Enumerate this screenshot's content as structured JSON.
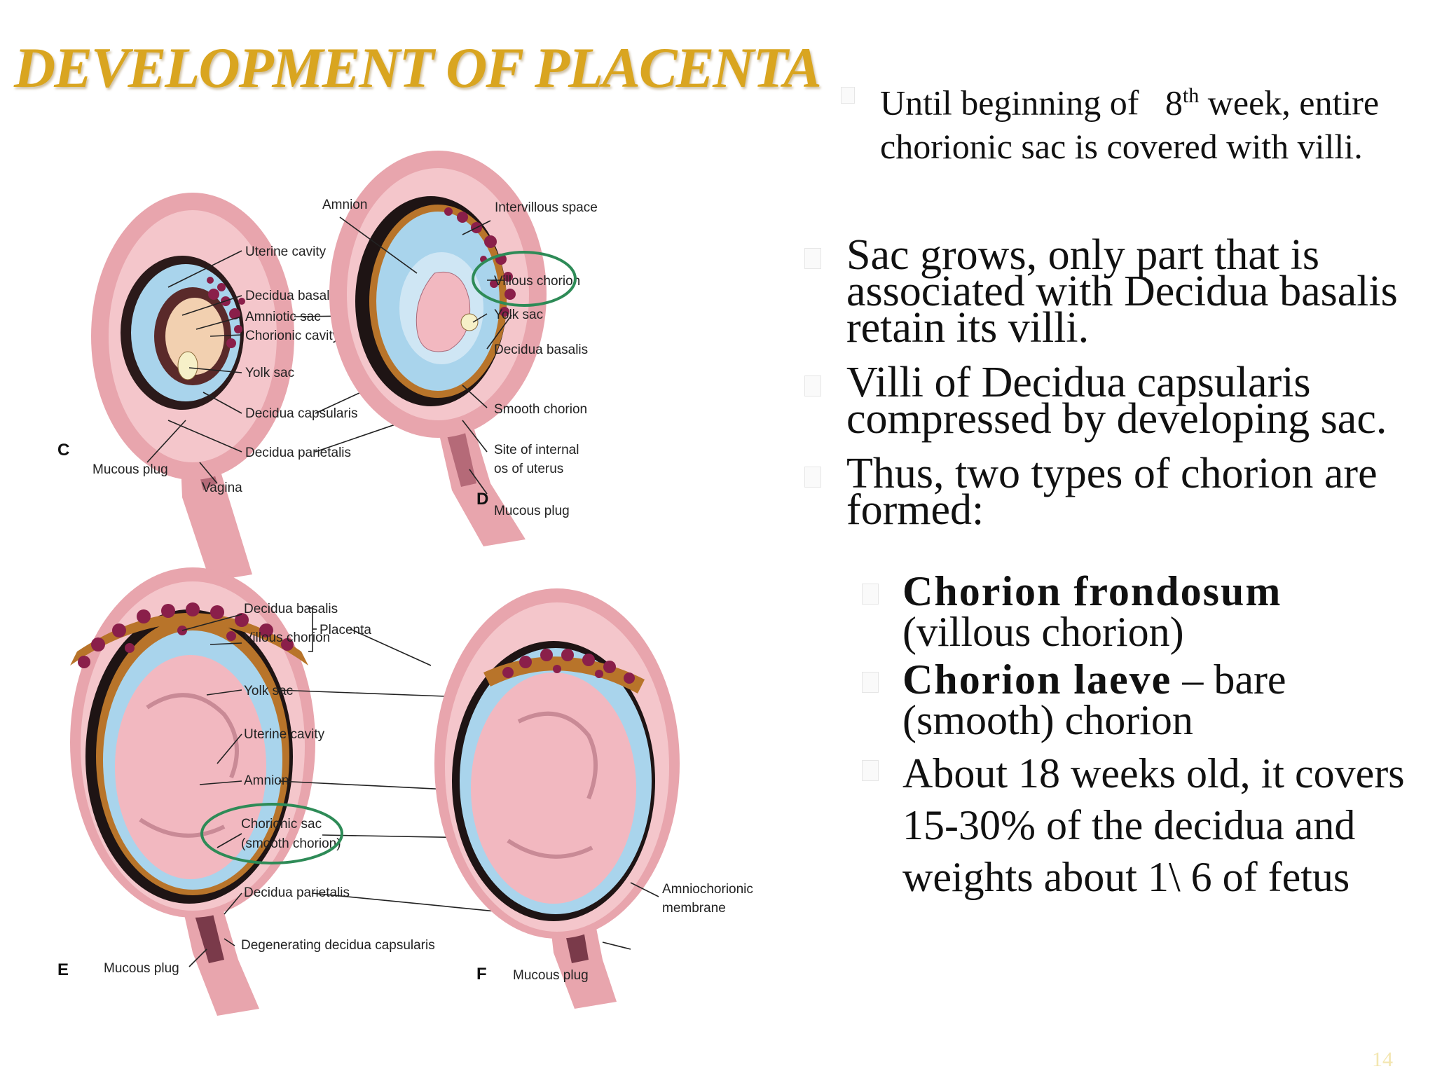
{
  "title": "DEVELOPMENT OF PLACENTA",
  "note": {
    "prefix": "Until beginning of",
    "ordinal_num": "8",
    "ordinal_sup": "th",
    "suffix": "week, entire chorionic sac is covered with villi."
  },
  "bullets": [
    "Sac grows, only part that is associated with Decidua basalis retain its villi.",
    "Villi of Decidua capsularis compressed by developing sac.",
    "Thus, two types of chorion are formed:"
  ],
  "sub_bullets": [
    {
      "bold": "Chorion frondosum",
      "rest": "(villous chorion)"
    },
    {
      "bold": "Chorion laeve",
      "rest": " – bare (smooth) chorion"
    },
    {
      "bold": "",
      "rest": "About 18 weeks old, it covers 15-30% of the decidua and weights about 1\\ 6 of fetus"
    }
  ],
  "page_number": "14",
  "figure": {
    "panels": [
      "C",
      "D",
      "E",
      "F"
    ],
    "labels_c": {
      "uterine_cavity": "Uterine cavity",
      "decidua_basalis": "Decidua basalis",
      "amniotic_sac": "Amniotic sac",
      "chorionic_cavity": "Chorionic cavity",
      "yolk_sac": "Yolk sac",
      "decidua_capsularis": "Decidua capsularis",
      "decidua_parietalis": "Decidua parietalis",
      "mucous_plug": "Mucous plug",
      "vagina": "Vagina"
    },
    "labels_d": {
      "amnion": "Amnion",
      "intervillous_space": "Intervillous space",
      "villous_chorion": "Villous chorion",
      "yolk_sac": "Yolk sac",
      "decidua_basalis": "Decidua basalis",
      "smooth_chorion": "Smooth chorion",
      "site_internal_os_1": "Site of internal",
      "site_internal_os_2": "os of uterus",
      "mucous_plug": "Mucous plug"
    },
    "labels_e": {
      "decidua_basalis": "Decidua basalis",
      "villous_chorion": "Villous chorion",
      "placenta": "Placenta",
      "yolk_sac": "Yolk sac",
      "uterine_cavity": "Uterine cavity",
      "amnion": "Amnion",
      "chorionic_sac_1": "Chorionic sac",
      "chorionic_sac_2": "(smooth chorion)",
      "decidua_parietalis": "Decidua parietalis",
      "degenerating": "Degenerating decidua capsularis",
      "mucous_plug": "Mucous plug"
    },
    "labels_f": {
      "amniochorionic_1": "Amniochorionic",
      "amniochorionic_2": "membrane",
      "mucous_plug": "Mucous plug"
    },
    "colors": {
      "uterus_wall": "#e8a5ad",
      "uterus_inner": "#f4c6cb",
      "amniotic_fluid": "#a9d4ec",
      "chorion": "#b8742a",
      "villi": "#8a1f4a",
      "embryo": "#f2b8c0",
      "highlight_circle": "#2e8b57",
      "title_gold": "#d9a520"
    }
  }
}
